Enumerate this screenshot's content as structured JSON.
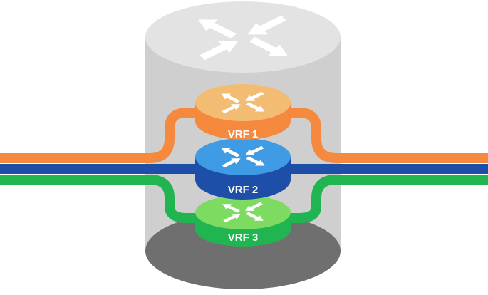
{
  "diagram": {
    "router": {
      "icon": "router-arrows-icon",
      "body_color": "#cfcfcf",
      "top_color": "#e3e3e3",
      "bottom_color": "#6f6f6f"
    },
    "vrfs": [
      {
        "label": "VRF 1",
        "top_color": "#f2bd73",
        "side_color": "#f58a3f",
        "line_color": "#f58a3f",
        "icon": "router-arrows-icon"
      },
      {
        "label": "VRF 2",
        "top_color": "#3f9be3",
        "side_color": "#1e4fa8",
        "line_color": "#1e4fa8",
        "icon": "router-arrows-icon"
      },
      {
        "label": "VRF 3",
        "top_color": "#7ddb62",
        "side_color": "#21b552",
        "line_color": "#21b552",
        "icon": "router-arrows-icon"
      }
    ]
  }
}
